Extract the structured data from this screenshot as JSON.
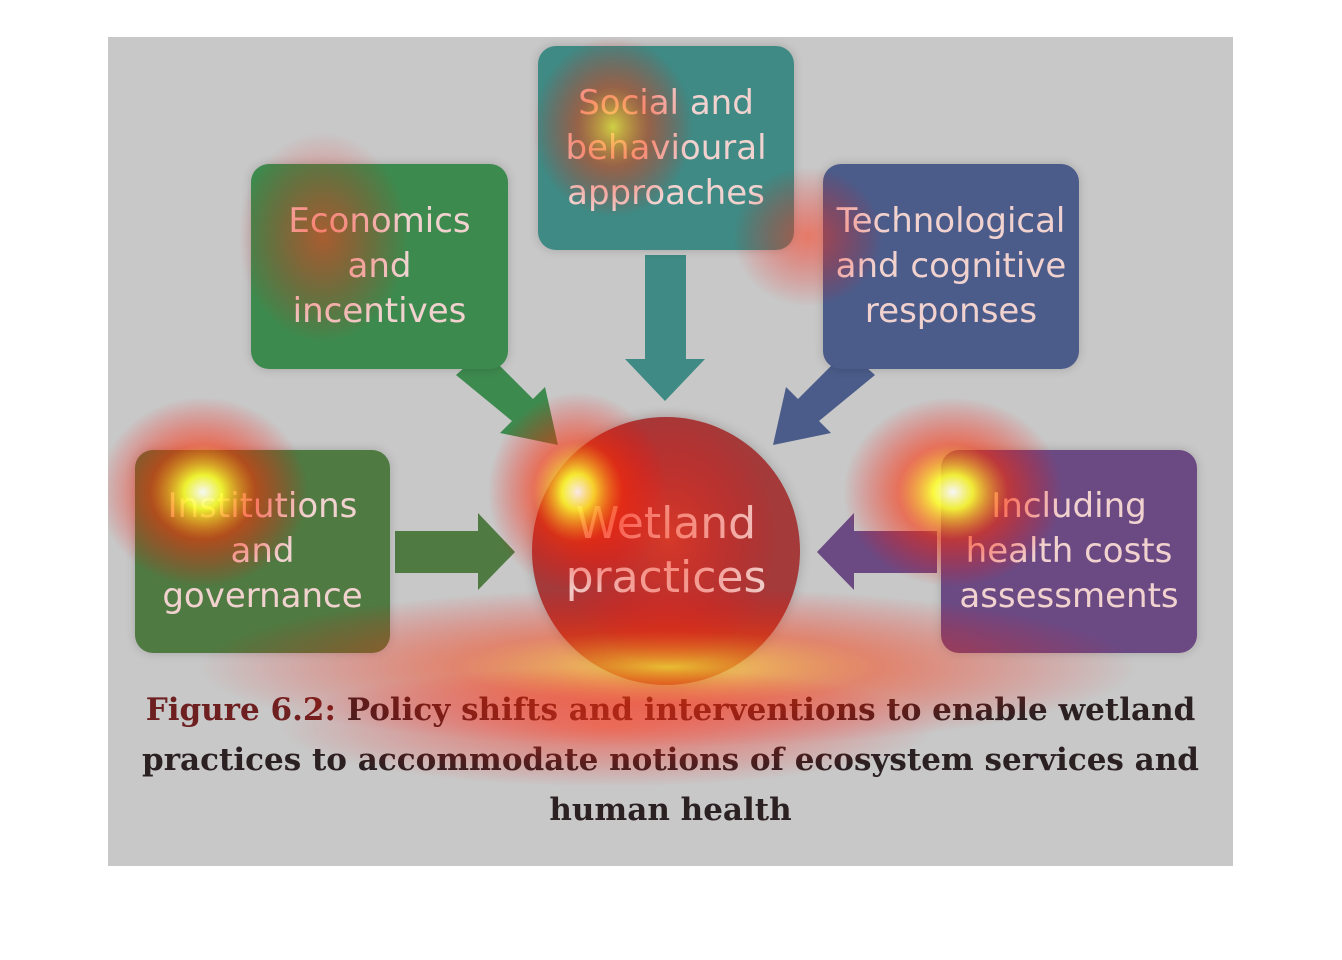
{
  "figure": {
    "boxes": {
      "social": [
        "Social and",
        "behavioural",
        "approaches"
      ],
      "economics": [
        "Economics",
        "and",
        "incentives"
      ],
      "technological": [
        "Technological",
        "and cognitive",
        "responses"
      ],
      "institutions": [
        "Institutions",
        "and",
        "governance"
      ],
      "health": [
        "Including",
        "health costs",
        "assessments"
      ]
    },
    "center": [
      "Wetland",
      "practices"
    ],
    "colors": {
      "background": "#c8c8c8",
      "social": "#3f8a84",
      "economics": "#3d8a4e",
      "technological": "#4b5c8a",
      "institutions": "#4f7a42",
      "health": "#6b4a84",
      "center": "#a43a3a"
    }
  },
  "caption": {
    "label": "Figure 6.2:",
    "lines": [
      "Policy shifts and interventions to enable wetland",
      "practices to accommodate notions of ecosystem services and",
      "human health"
    ]
  },
  "overlay": {
    "type": "attention heatmap",
    "colors": [
      "#ff0000",
      "#ffff00",
      "#ffffff"
    ]
  }
}
